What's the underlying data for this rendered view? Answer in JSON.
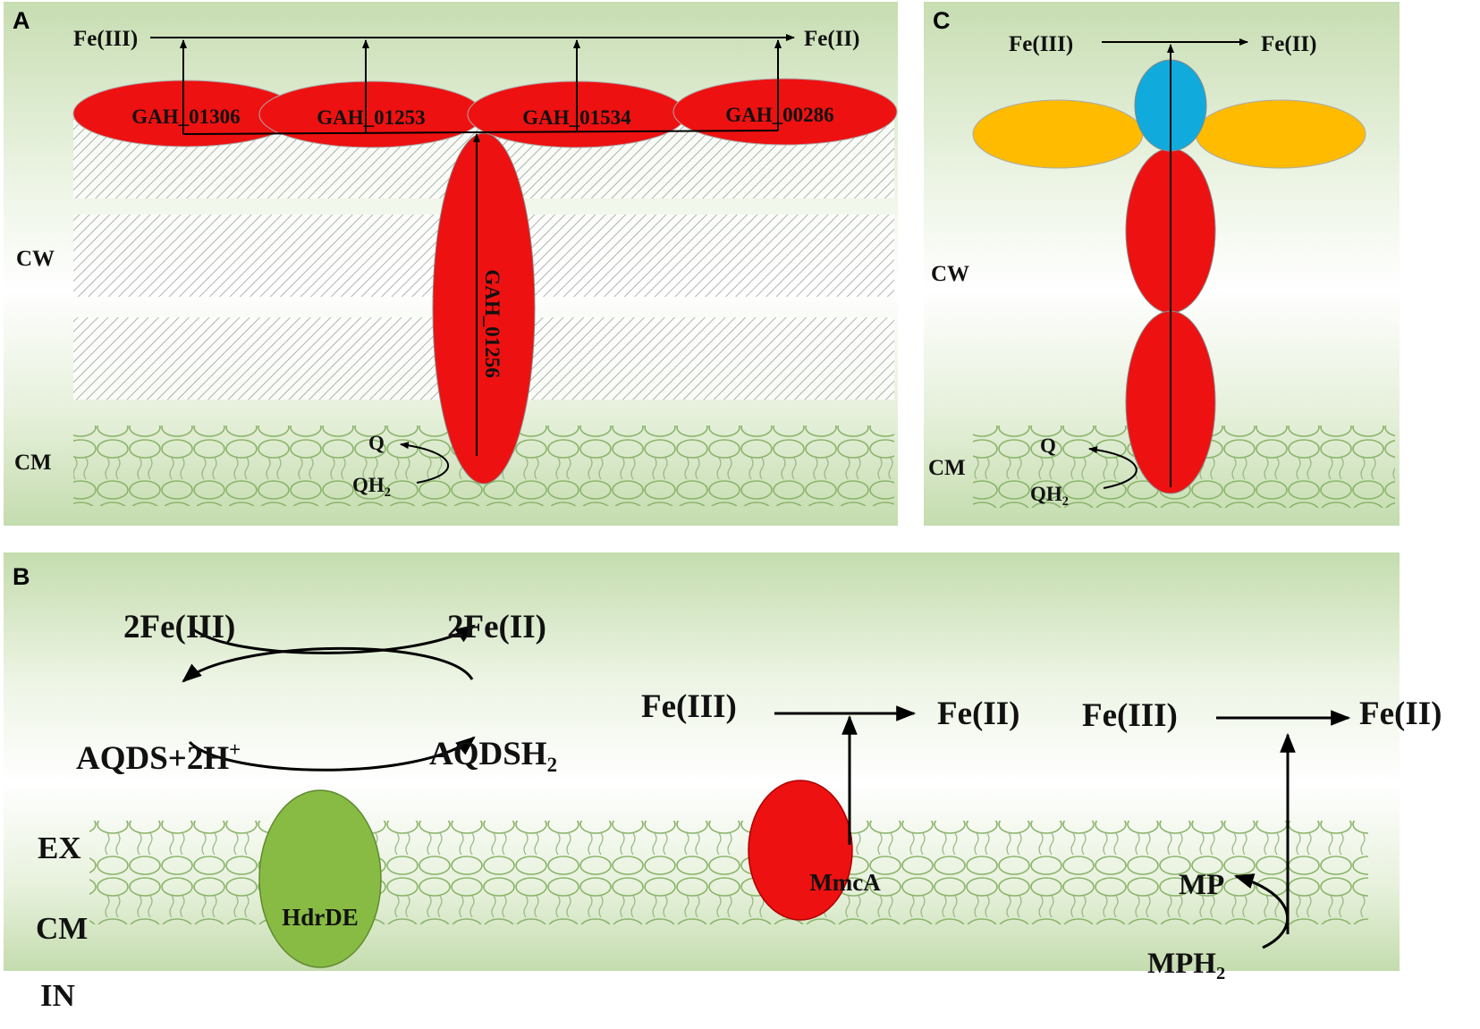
{
  "panels": {
    "A": {
      "letter": "A",
      "fe_left": "Fe(III)",
      "fe_right": "Fe(II)",
      "proteins": [
        "GAH_01306",
        "GAH_01253",
        "GAH_01534",
        "GAH_00286"
      ],
      "vertical_protein": "GAH_01256",
      "layer_cw": "CW",
      "layer_cm": "CM",
      "q": "Q",
      "qh2_base": "QH",
      "qh2_sub": "2"
    },
    "B": {
      "letter": "B",
      "fe_left_2": "2Fe(III)",
      "fe_right_2": "2Fe(II)",
      "aqds_base": "AQDS+2H",
      "aqds_sup": "+",
      "aqdsh2_base": "AQDSH",
      "aqdsh2_sub": "2",
      "hdrde": "HdrDE",
      "mmca": "MmcA",
      "fe_mid_left": "Fe(III)",
      "fe_mid_right": "Fe(II)",
      "fe_r_left": "Fe(III)",
      "fe_r_right": "Fe(II)",
      "mp": "MP",
      "mph2_base": "MPH",
      "mph2_sub": "2",
      "layer_ex": "EX",
      "layer_cm": "CM",
      "layer_in": "IN"
    },
    "C": {
      "letter": "C",
      "fe_left": "Fe(III)",
      "fe_right": "Fe(II)",
      "layer_cw": "CW",
      "layer_cm": "CM",
      "q": "Q",
      "qh2_base": "QH",
      "qh2_sub": "2"
    }
  },
  "colors": {
    "red_protein": "#ee1111",
    "green_protein": "#88bb44",
    "orange_protein": "#ffbb00",
    "blue_protein": "#11aadd",
    "panel_green": "#c4dcae",
    "lipid": "#8ab46a"
  }
}
